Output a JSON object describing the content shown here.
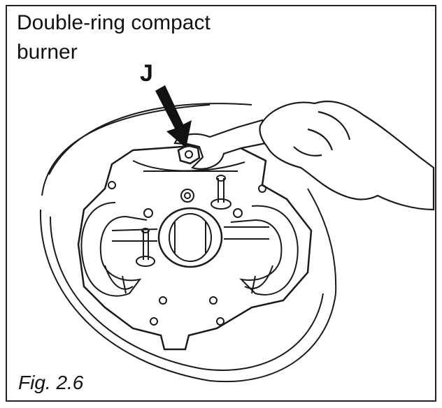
{
  "title": {
    "line1": "Double-ring compact",
    "line2": "burner"
  },
  "callout_label": "J",
  "caption": "Fig. 2.6",
  "colors": {
    "ink": "#111111",
    "paper": "#ffffff"
  },
  "icons": [
    "arrow-down-icon",
    "wrench-icon",
    "hand-icon",
    "burner-plate-icon"
  ]
}
